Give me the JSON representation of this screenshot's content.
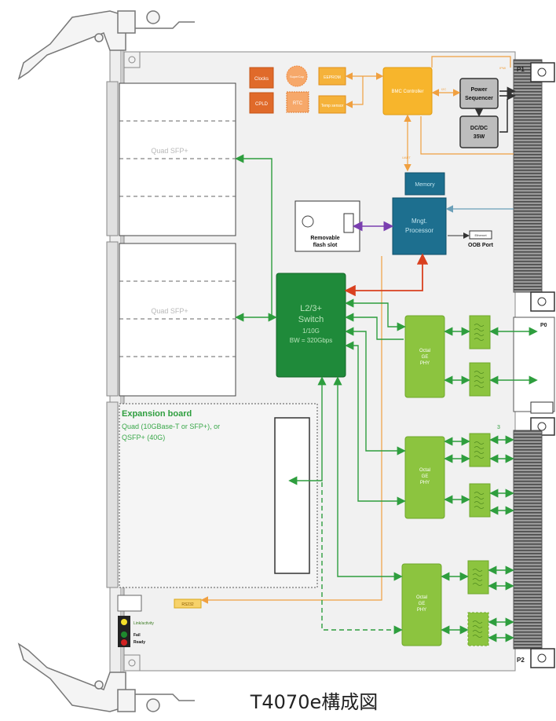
{
  "caption": "T4070e構成図",
  "blocks": {
    "clocks": "Clocks",
    "cpld": "CPLD",
    "supercap": "SuperCap",
    "rtc": "RTC",
    "eeprom": "EEPROM",
    "temp_sensor": "Temp sensor",
    "bmc": "BMC Controller",
    "power_seq": [
      "Power",
      "Sequencer"
    ],
    "dcdc": [
      "DC/DC",
      "35W"
    ],
    "memory": "Memory",
    "mngt": [
      "Mngt.",
      "Processor"
    ],
    "flash": [
      "Removable",
      "flash slot"
    ],
    "oob": "OOB Port",
    "oob_chip": "Ethernet",
    "quad_sfp_1": "Quad SFP+",
    "quad_sfp_2": "Quad SFP+",
    "switch": [
      "L2/3+",
      "Switch",
      "1/10G",
      "BW = 320Gbps"
    ],
    "octal_phy": [
      "Octal",
      "GE",
      "PHY"
    ],
    "expansion_title": "Expansion board",
    "expansion_desc": [
      "Quad (10GBase-T or  SFP+), or",
      "QSFP+ (40G)"
    ],
    "rs232": "RS232",
    "led_link": "Link/activity",
    "led_fail": "Fail",
    "led_ready": "Ready"
  },
  "signals": {
    "uart": "UART",
    "i2c": "I2C",
    "ipmi": "IPMI"
  },
  "connectors": {
    "p0": "P0",
    "p1": "P1",
    "p2": "P2",
    "p3": "3"
  },
  "colors": {
    "green": "#2e9e3e",
    "dark_green": "#1f8a3a",
    "light_green": "#8cc43f",
    "orange": "#f5a623",
    "dark_orange": "#e87722",
    "teal": "#1d6f8f",
    "red": "#d9401f",
    "purple": "#7a3fb0",
    "gray": "#9a9a9a"
  },
  "icons": [
    "board-latch-icon",
    "transformer-icon",
    "led-icon"
  ]
}
